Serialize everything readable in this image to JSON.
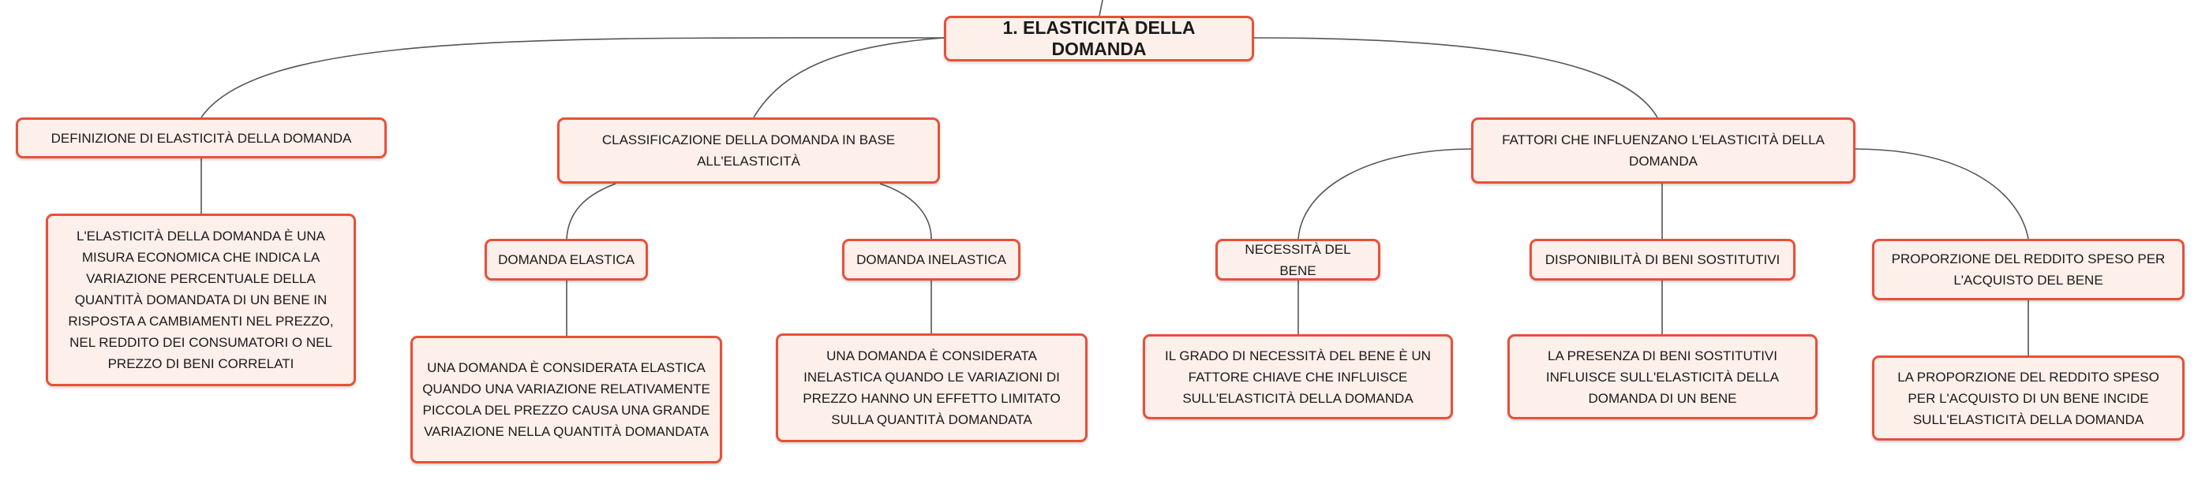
{
  "colors": {
    "border": "#e8503a",
    "fill": "#fdefe9",
    "edge": "#555555"
  },
  "mindmap": {
    "root": "1. ELASTICITÀ DELLA DOMANDA",
    "branches": [
      {
        "label": "DEFINIZIONE DI ELASTICITÀ DELLA DOMANDA",
        "detail": "L'ELASTICITÀ DELLA DOMANDA È UNA MISURA ECONOMICA CHE INDICA LA VARIAZIONE PERCENTUALE DELLA QUANTITÀ DOMANDATA DI UN BENE IN RISPOSTA A CAMBIAMENTI NEL PREZZO, NEL REDDITO DEI CONSUMATORI O NEL PREZZO DI BENI CORRELATI"
      },
      {
        "label": "CLASSIFICAZIONE DELLA DOMANDA IN BASE ALL'ELASTICITÀ",
        "children": [
          {
            "label": "DOMANDA ELASTICA",
            "detail": "UNA DOMANDA È CONSIDERATA ELASTICA QUANDO UNA VARIAZIONE RELATIVAMENTE PICCOLA DEL PREZZO CAUSA UNA GRANDE VARIAZIONE NELLA QUANTITÀ DOMANDATA"
          },
          {
            "label": "DOMANDA INELASTICA",
            "detail": "UNA DOMANDA È CONSIDERATA INELASTICA QUANDO LE VARIAZIONI DI PREZZO HANNO UN EFFETTO LIMITATO SULLA QUANTITÀ DOMANDATA"
          }
        ]
      },
      {
        "label": "FATTORI CHE INFLUENZANO L'ELASTICITÀ DELLA DOMANDA",
        "children": [
          {
            "label": "NECESSITÀ DEL BENE",
            "detail": "IL GRADO DI NECESSITÀ DEL BENE È UN FATTORE CHIAVE CHE INFLUISCE SULL'ELASTICITÀ DELLA DOMANDA"
          },
          {
            "label": "DISPONIBILITÀ DI BENI SOSTITUTIVI",
            "detail": "LA PRESENZA DI BENI SOSTITUTIVI INFLUISCE SULL'ELASTICITÀ DELLA DOMANDA DI UN BENE"
          },
          {
            "label": "PROPORZIONE DEL REDDITO SPESO PER L'ACQUISTO DEL BENE",
            "detail": "LA PROPORZIONE DEL REDDITO SPESO PER L'ACQUISTO DI UN BENE INCIDE SULL'ELASTICITÀ DELLA DOMANDA"
          }
        ]
      }
    ]
  }
}
